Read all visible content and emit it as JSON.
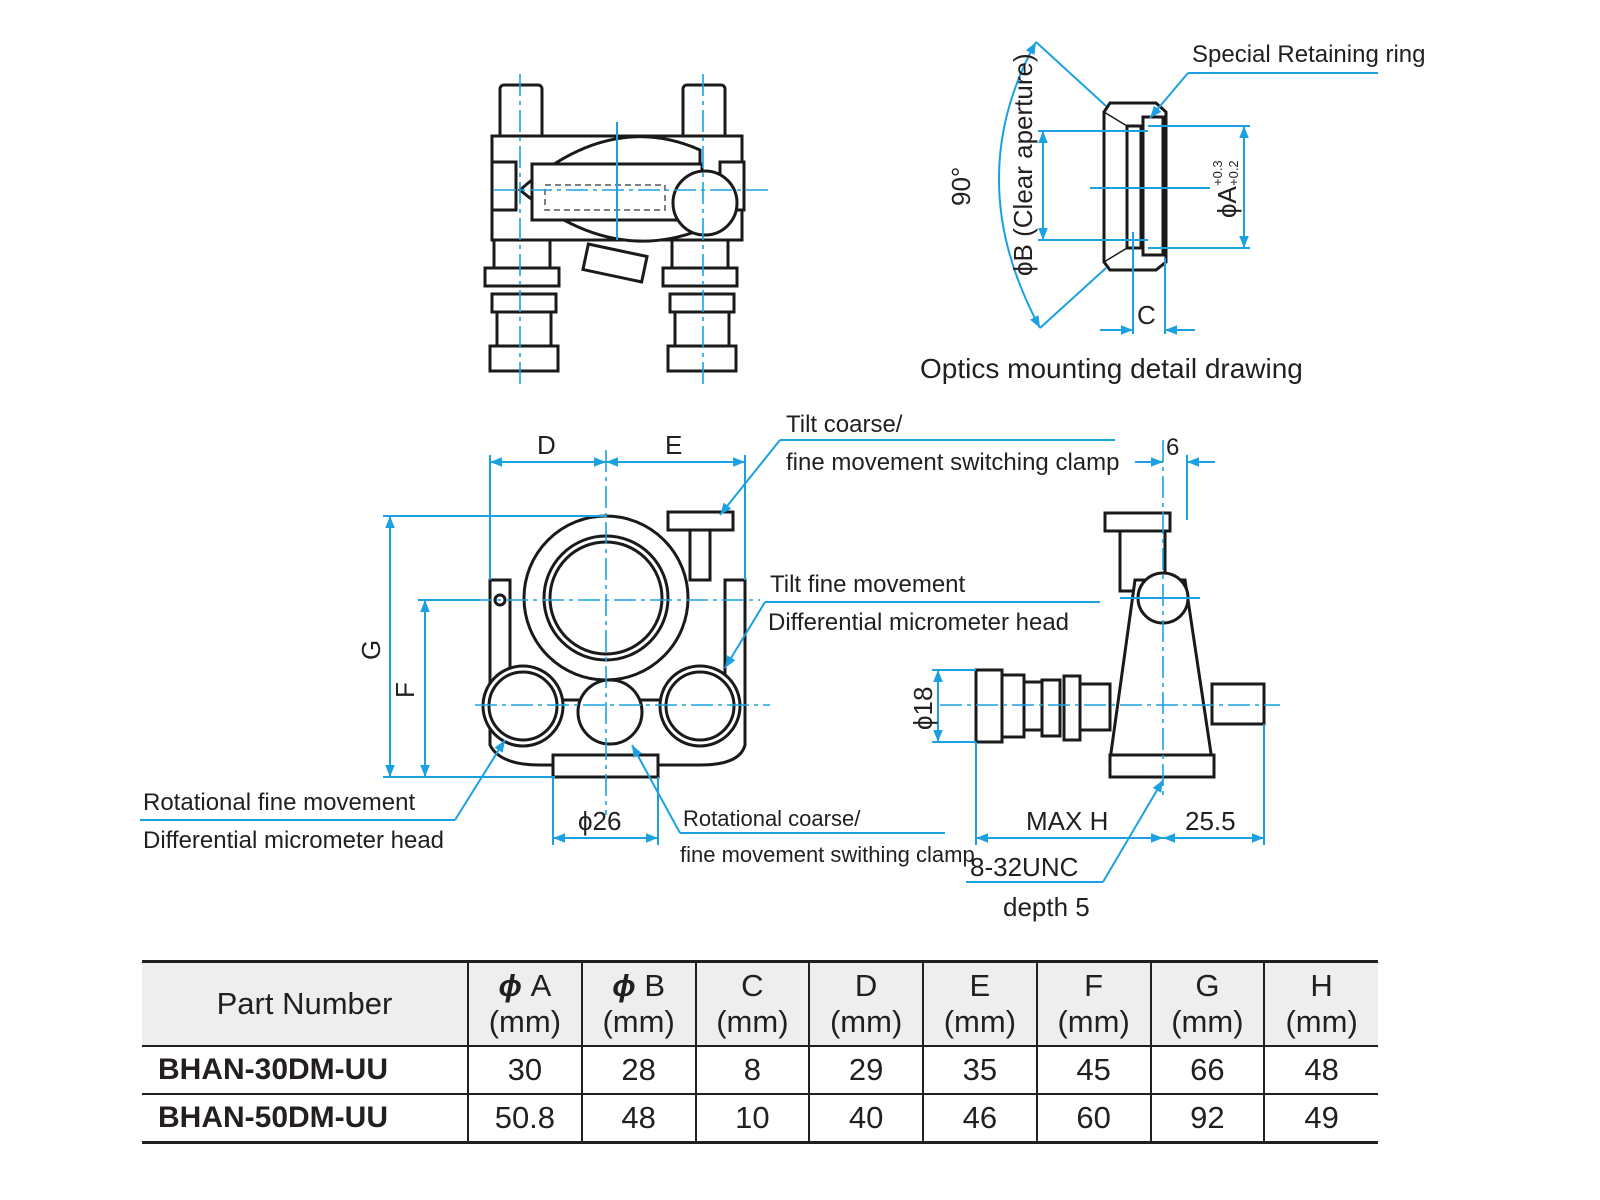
{
  "figure": {
    "detail_title": "Optics mounting detail drawing",
    "detail_labels": {
      "retaining_ring": "Special Retaining ring",
      "angle": "90°",
      "clear_aperture": "ϕB (Clear aperture)",
      "dia_a": "ϕA",
      "dia_a_tol_upper": "+0.3",
      "dia_a_tol_lower": "+0.2",
      "c": "C"
    },
    "front_view": {
      "dim_d": "D",
      "dim_e": "E",
      "dim_f": "F",
      "dim_g": "G",
      "dim_base": "ϕ26",
      "callout_tilt_clamp_line1": "Tilt coarse/",
      "callout_tilt_clamp_line2": "fine movement switching clamp",
      "callout_tilt_fine_line1": "Tilt fine movement",
      "callout_tilt_fine_line2": "Differential micrometer head",
      "callout_rot_fine_line1": "Rotational fine movement",
      "callout_rot_fine_line2": "Differential micrometer head",
      "callout_rot_clamp_line1": "Rotational coarse/",
      "callout_rot_clamp_line2": "fine movement swithing clamp"
    },
    "side_view": {
      "dim_6": "6",
      "dim_phi18": "ϕ18",
      "dim_maxh": "MAX H",
      "dim_25_5": "25.5",
      "thread_line1": "8-32UNC",
      "thread_line2": "depth 5"
    }
  },
  "table": {
    "headers": [
      {
        "symbol": "Part Number",
        "unit": ""
      },
      {
        "phi": "ϕ",
        "symbol": "A",
        "unit": "(mm)"
      },
      {
        "phi": "ϕ",
        "symbol": "B",
        "unit": "(mm)"
      },
      {
        "phi": "",
        "symbol": "C",
        "unit": "(mm)"
      },
      {
        "phi": "",
        "symbol": "D",
        "unit": "(mm)"
      },
      {
        "phi": "",
        "symbol": "E",
        "unit": "(mm)"
      },
      {
        "phi": "",
        "symbol": "F",
        "unit": "(mm)"
      },
      {
        "phi": "",
        "symbol": "G",
        "unit": "(mm)"
      },
      {
        "phi": "",
        "symbol": "H",
        "unit": "(mm)"
      }
    ],
    "rows": [
      {
        "part": "BHAN-30DM-UU",
        "values": [
          "30",
          "28",
          "8",
          "29",
          "35",
          "45",
          "66",
          "48"
        ]
      },
      {
        "part": "BHAN-50DM-UU",
        "values": [
          "50.8",
          "48",
          "10",
          "40",
          "46",
          "60",
          "92",
          "49"
        ]
      }
    ]
  },
  "colors": {
    "dimension_line": "#1ba1e2",
    "outline": "#1a1a1a",
    "header_bg": "#eeeeee"
  }
}
